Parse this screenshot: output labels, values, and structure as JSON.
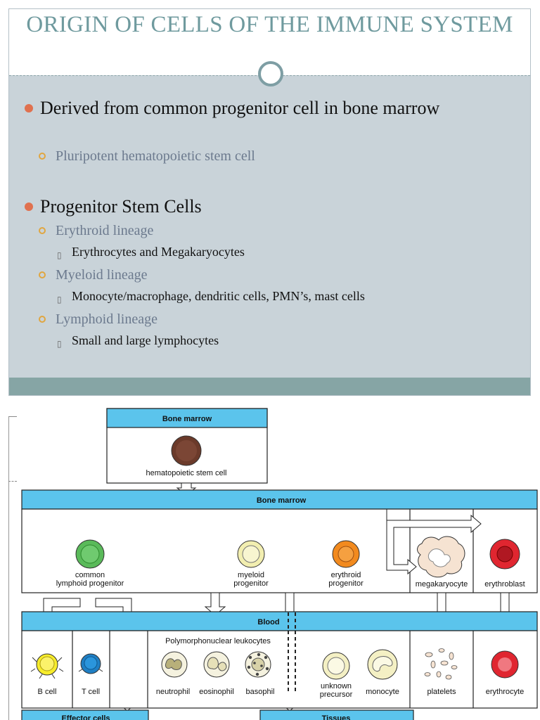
{
  "slide": {
    "title": "ORIGIN OF CELLS OF THE IMMUNE SYSTEM",
    "bullets": [
      {
        "text": "Derived from common progenitor cell in bone marrow",
        "sub": [
          {
            "text": "Pluripotent hematopoietic stem cell",
            "sub": []
          }
        ]
      },
      {
        "text": "Progenitor Stem Cells",
        "sub": [
          {
            "text": "Erythroid lineage",
            "sub": [
              "Erythrocytes and Megakaryocytes"
            ]
          },
          {
            "text": "Myeloid lineage",
            "sub": [
              "Monocyte/macrophage, dendritic cells, PMN’s, mast cells"
            ]
          },
          {
            "text": "Lymphoid lineage",
            "sub": [
              "Small and large lymphocytes"
            ]
          }
        ]
      }
    ]
  },
  "diagram": {
    "top_box_label": "Bone marrow",
    "stem_cell_label": "hematopoietic stem cell",
    "band_bone_marrow": "Bone marrow",
    "band_blood": "Blood",
    "effector_label": "Effector cells",
    "tissues_label": "Tissues",
    "progenitors": {
      "lymphoid_1": "common",
      "lymphoid_2": "lymphoid progenitor",
      "myeloid_1": "myeloid",
      "myeloid_2": "progenitor",
      "erythroid_1": "erythroid",
      "erythroid_2": "progenitor",
      "megakaryocyte": "megakaryocyte",
      "erythroblast": "erythroblast"
    },
    "pmn_header": "Polymorphonuclear leukocytes",
    "blood_cells": {
      "b_cell": "B cell",
      "t_cell": "T cell",
      "neutrophil": "neutrophil",
      "eosinophil": "eosinophil",
      "basophil": "basophil",
      "unknown_1": "unknown",
      "unknown_2": "precursor",
      "monocyte": "monocyte",
      "platelets": "platelets",
      "erythrocyte": "erythrocyte"
    },
    "colors": {
      "band": "#5bc4ec",
      "stem": "#6b3a2a",
      "lymphoid": "#5aba5a",
      "myeloid": "#f2eeb0",
      "erythroid": "#f28a1e",
      "erythroblast": "#e02630",
      "b_cell": "#f7ec2a",
      "t_cell": "#1f7fc4"
    }
  }
}
